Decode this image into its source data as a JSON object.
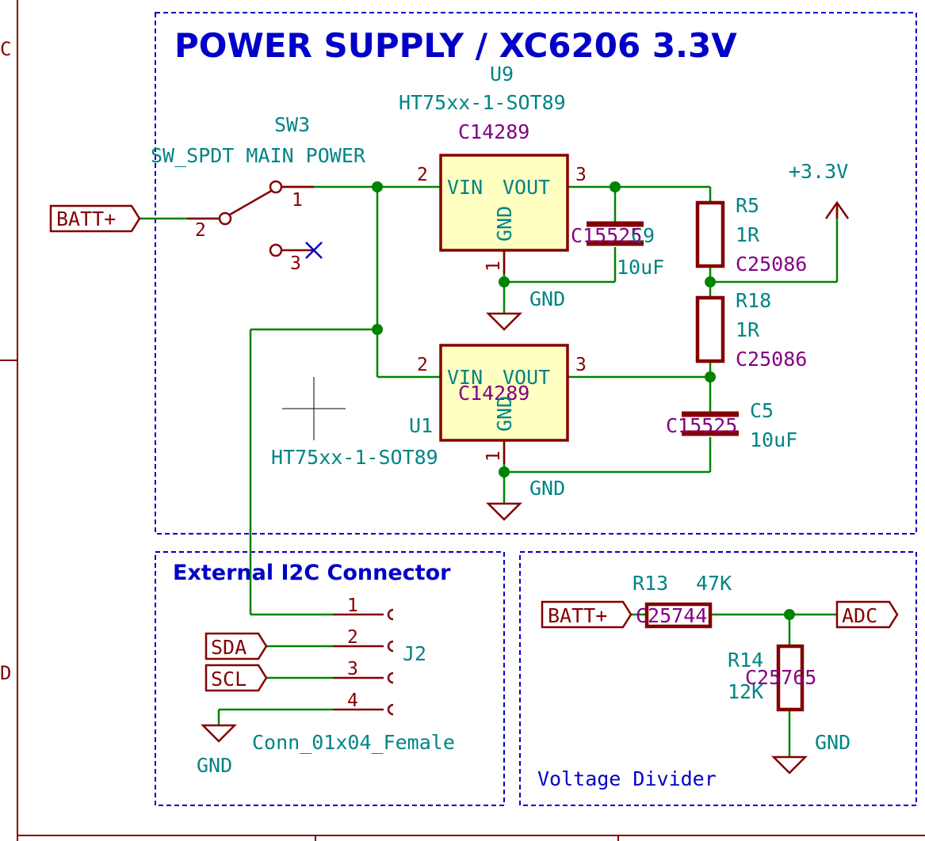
{
  "frame": {
    "row_c": "C",
    "row_d": "D"
  },
  "power_section": {
    "title": "POWER SUPPLY / XC6206 3.3V",
    "sw3": {
      "ref": "SW3",
      "value": "SW_SPDT MAIN POWER",
      "pin1": "1",
      "pin2": "2",
      "pin3": "3"
    },
    "u9": {
      "ref": "U9",
      "value": "HT75xx-1-SOT89",
      "lcsc": "C14289",
      "pin_vin": "VIN",
      "pin_vout": "VOUT",
      "pin_gnd": "GND",
      "num_in": "2",
      "num_out": "3",
      "num_gnd": "1"
    },
    "u1": {
      "ref": "U1",
      "value": "HT75xx-1-SOT89",
      "lcsc": "C14289",
      "pin_vin": "VIN",
      "pin_vout": "VOUT",
      "pin_gnd": "GND",
      "num_in": "2",
      "num_out": "3",
      "num_gnd": "1"
    },
    "c9": {
      "lcsc": "C15525",
      "ref_hidden": "C9",
      "value": "10uF"
    },
    "c5": {
      "lcsc": "C15525",
      "ref": "C5",
      "value": "10uF"
    },
    "r5": {
      "ref": "R5",
      "value": "1R",
      "lcsc": "C25086"
    },
    "r18": {
      "ref": "R18",
      "value": "1R",
      "lcsc": "C25086"
    },
    "power_3v3": "+3.3V",
    "gnd_label": "GND",
    "batt_label": "BATT+"
  },
  "i2c_section": {
    "title": "External I2C Connector",
    "j2": {
      "ref": "J2",
      "value": "Conn_01x04_Female",
      "pins": [
        "1",
        "2",
        "3",
        "4"
      ]
    },
    "sda": "SDA",
    "scl": "SCL",
    "gnd_label": "GND"
  },
  "divider_section": {
    "title": "Voltage Divider",
    "r13": {
      "ref": "R13",
      "value": "47K",
      "lcsc": "C25744"
    },
    "r14": {
      "ref": "R14",
      "value": "12K",
      "lcsc": "C25765"
    },
    "batt_label": "BATT+",
    "adc_label": "ADC",
    "gnd_label": "GND"
  }
}
